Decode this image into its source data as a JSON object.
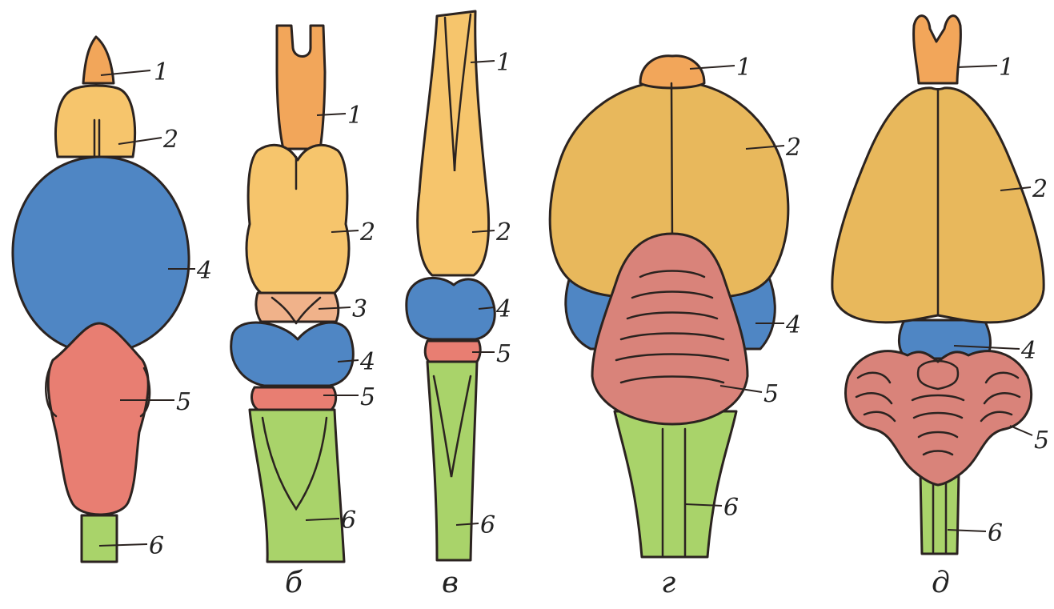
{
  "colors": {
    "olfactory": "#f2a65a",
    "forebrain": "#f6c56c",
    "forebrain_large": "#e8b85c",
    "interbrain": "#f0b28a",
    "midbrain": "#4f86c4",
    "cerebellum": "#e87e72",
    "cerebellum_folded": "#d9837a",
    "medulla": "#a9d36a",
    "outline": "#2b2320"
  },
  "diagrams": [
    {
      "caption": "",
      "labels": {
        "olfactory": "1",
        "forebrain": "2",
        "midbrain": "4",
        "cerebellum": "5",
        "medulla": "6"
      }
    },
    {
      "caption": "б",
      "labels": {
        "olfactory": "1",
        "forebrain": "2",
        "interbrain": "3",
        "midbrain": "4",
        "cerebellum": "5",
        "medulla": "6"
      }
    },
    {
      "caption": "в",
      "labels": {
        "olfactory": "1",
        "forebrain": "2",
        "midbrain": "4",
        "cerebellum": "5",
        "medulla": "6"
      }
    },
    {
      "caption": "г",
      "labels": {
        "olfactory": "1",
        "forebrain": "2",
        "midbrain": "4",
        "cerebellum": "5",
        "medulla": "6"
      }
    },
    {
      "caption": "д",
      "labels": {
        "olfactory": "1",
        "forebrain": "2",
        "midbrain": "4",
        "cerebellum": "5",
        "medulla": "6"
      }
    }
  ]
}
